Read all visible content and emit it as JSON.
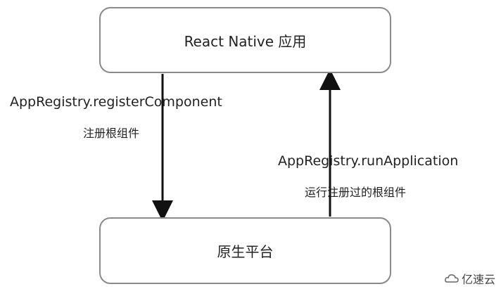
{
  "diagram": {
    "top_box": {
      "label": "React Native 应用"
    },
    "bottom_box": {
      "label": "原生平台"
    },
    "down_arrow": {
      "label": "AppRegistry.registerComponent",
      "sublabel": "注册根组件"
    },
    "up_arrow": {
      "label": "AppRegistry.runApplication",
      "sublabel": "运行注册过的根组件"
    }
  },
  "watermark": {
    "text": "亿速云"
  },
  "colors": {
    "box_border": "#8a8a8a",
    "arrow": "#111111",
    "text": "#222222"
  }
}
